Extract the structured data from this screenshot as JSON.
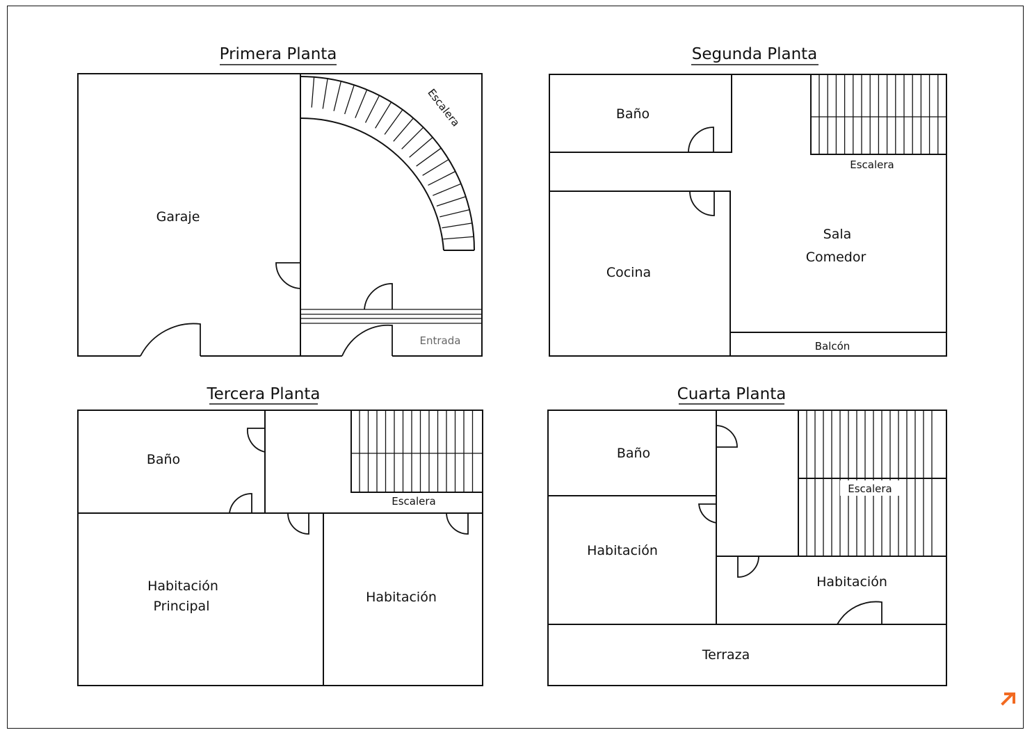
{
  "floors": {
    "first": {
      "title": "Primera Planta",
      "rooms": {
        "garage": "Garaje",
        "stairs": "Escalera",
        "entrance": "Entrada"
      }
    },
    "second": {
      "title": "Segunda Planta",
      "rooms": {
        "bathroom": "Baño",
        "stairs": "Escalera",
        "living_1": "Sala",
        "living_2": "Comedor",
        "kitchen": "Cocina",
        "balcony": "Balcón"
      }
    },
    "third": {
      "title": "Tercera Planta",
      "rooms": {
        "bathroom": "Baño",
        "stairs": "Escalera",
        "master_1": "Habitación",
        "master_2": "Principal",
        "bedroom": "Habitación"
      }
    },
    "fourth": {
      "title": "Cuarta Planta",
      "rooms": {
        "bathroom": "Baño",
        "stairs": "Escalera",
        "bedroom_left": "Habitación",
        "bedroom_right": "Habitación",
        "terrace": "Terraza"
      }
    }
  },
  "colors": {
    "ink": "#111111",
    "logo": "#f26a21"
  },
  "logo_icon": "arrow-up-right-icon"
}
